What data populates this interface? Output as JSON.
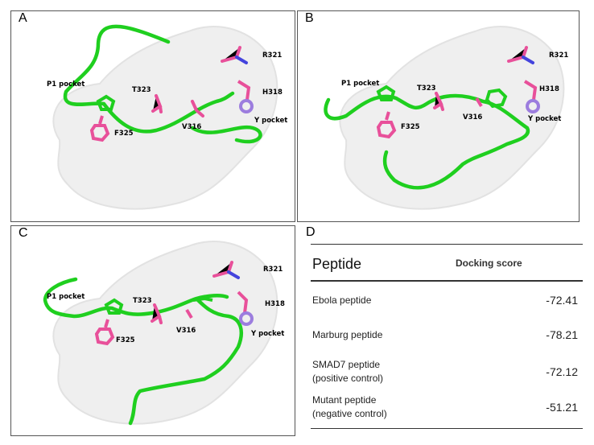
{
  "panels": [
    {
      "label": "A",
      "annotations": {
        "r321": "R321",
        "p1": "P1 pocket",
        "t323": "T323",
        "h318": "H318",
        "f325": "F325",
        "v316": "V316",
        "ypocket": "Y pocket"
      }
    },
    {
      "label": "B",
      "annotations": {
        "r321": "R321",
        "p1": "P1 pocket",
        "t323": "T323",
        "h318": "H318",
        "f325": "F325",
        "v316": "V316",
        "ypocket": "Y pocket"
      }
    },
    {
      "label": "C",
      "annotations": {
        "r321": "R321",
        "p1": "P1 pocket",
        "t323": "T323",
        "h318": "H318",
        "f325": "F325",
        "v316": "V316",
        "ypocket": "Y pocket"
      }
    }
  ],
  "table": {
    "label": "D",
    "header_peptide": "Peptide",
    "header_score": "Docking score",
    "rows": [
      {
        "line1": "Ebola peptide",
        "line2": "",
        "score": "-72.41"
      },
      {
        "line1": "Marburg peptide",
        "line2": "",
        "score": "-78.21"
      },
      {
        "line1": "SMAD7 peptide",
        "line2": "(positive control)",
        "score": "-72.12"
      },
      {
        "line1": "Mutant peptide",
        "line2": "(negative control)",
        "score": "-51.21"
      }
    ]
  },
  "colors": {
    "peptide": "#1fcf1f",
    "residue": "#e8509a",
    "nitrogen": "#4444dd",
    "surface": "#eeeeee"
  }
}
